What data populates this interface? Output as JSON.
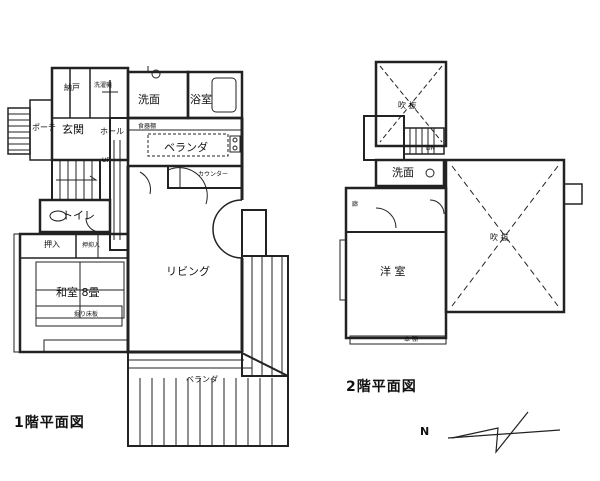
{
  "floor1": {
    "title": "1階平面図",
    "rooms": {
      "nando": "納戸",
      "laundry": "洗濯機",
      "senmen": "洗面",
      "yokushitsu": "浴室",
      "genkan": "玄関",
      "porch": "ポーチ",
      "hall": "ホール",
      "shokkitana": "食器棚",
      "veranda_upper": "ベランダ",
      "counter": "カウンター",
      "toilet": "トイレ",
      "oshiire": "押入",
      "butsudan": "押抑入",
      "washitsu": "和室 8畳",
      "tokonoma": "掘り床板",
      "living": "リビング",
      "veranda_lower": "ベランダ",
      "up": "UP"
    }
  },
  "floor2": {
    "title": "2階平面図",
    "rooms": {
      "fukinuke_small": "吹 抜",
      "senmen": "洗面",
      "fukinuke_large": "吹 抜",
      "yoshitsu": "洋 室",
      "ro": "廊",
      "dn": "DN",
      "shelf": "本 棚"
    }
  },
  "compass": {
    "north": "N"
  }
}
